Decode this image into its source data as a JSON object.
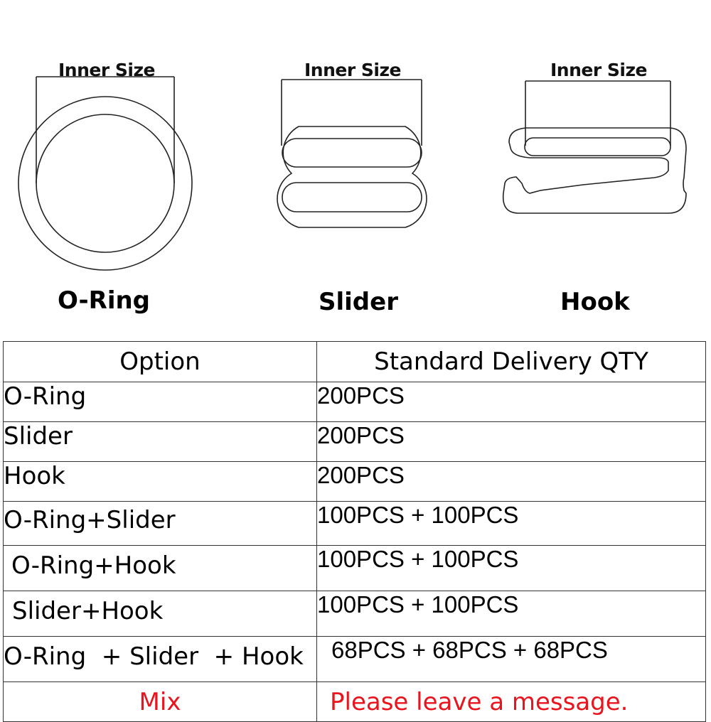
{
  "figure": {
    "dimension_label": "Inner Size",
    "parts": [
      {
        "name": "O-Ring"
      },
      {
        "name": "Slider"
      },
      {
        "name": "Hook"
      }
    ]
  },
  "table": {
    "headers": [
      "Option",
      "Standard Delivery QTY"
    ],
    "rows": [
      {
        "option": "O-Ring",
        "qty": "200PCS"
      },
      {
        "option": "Slider",
        "qty": "200PCS"
      },
      {
        "option": "Hook",
        "qty": "200PCS"
      },
      {
        "option": "O-Ring+Slider",
        "qty": "100PCS + 100PCS"
      },
      {
        "option": "O-Ring+Hook",
        "qty": "100PCS + 100PCS"
      },
      {
        "option": "Slider+Hook",
        "qty": "100PCS + 100PCS"
      },
      {
        "option": "O-Ring  + Slider  + Hook",
        "qty": "68PCS + 68PCS + 68PCS"
      },
      {
        "option": "Mix",
        "qty": "Please leave a message."
      }
    ],
    "highlight_color": "#e8141e"
  }
}
